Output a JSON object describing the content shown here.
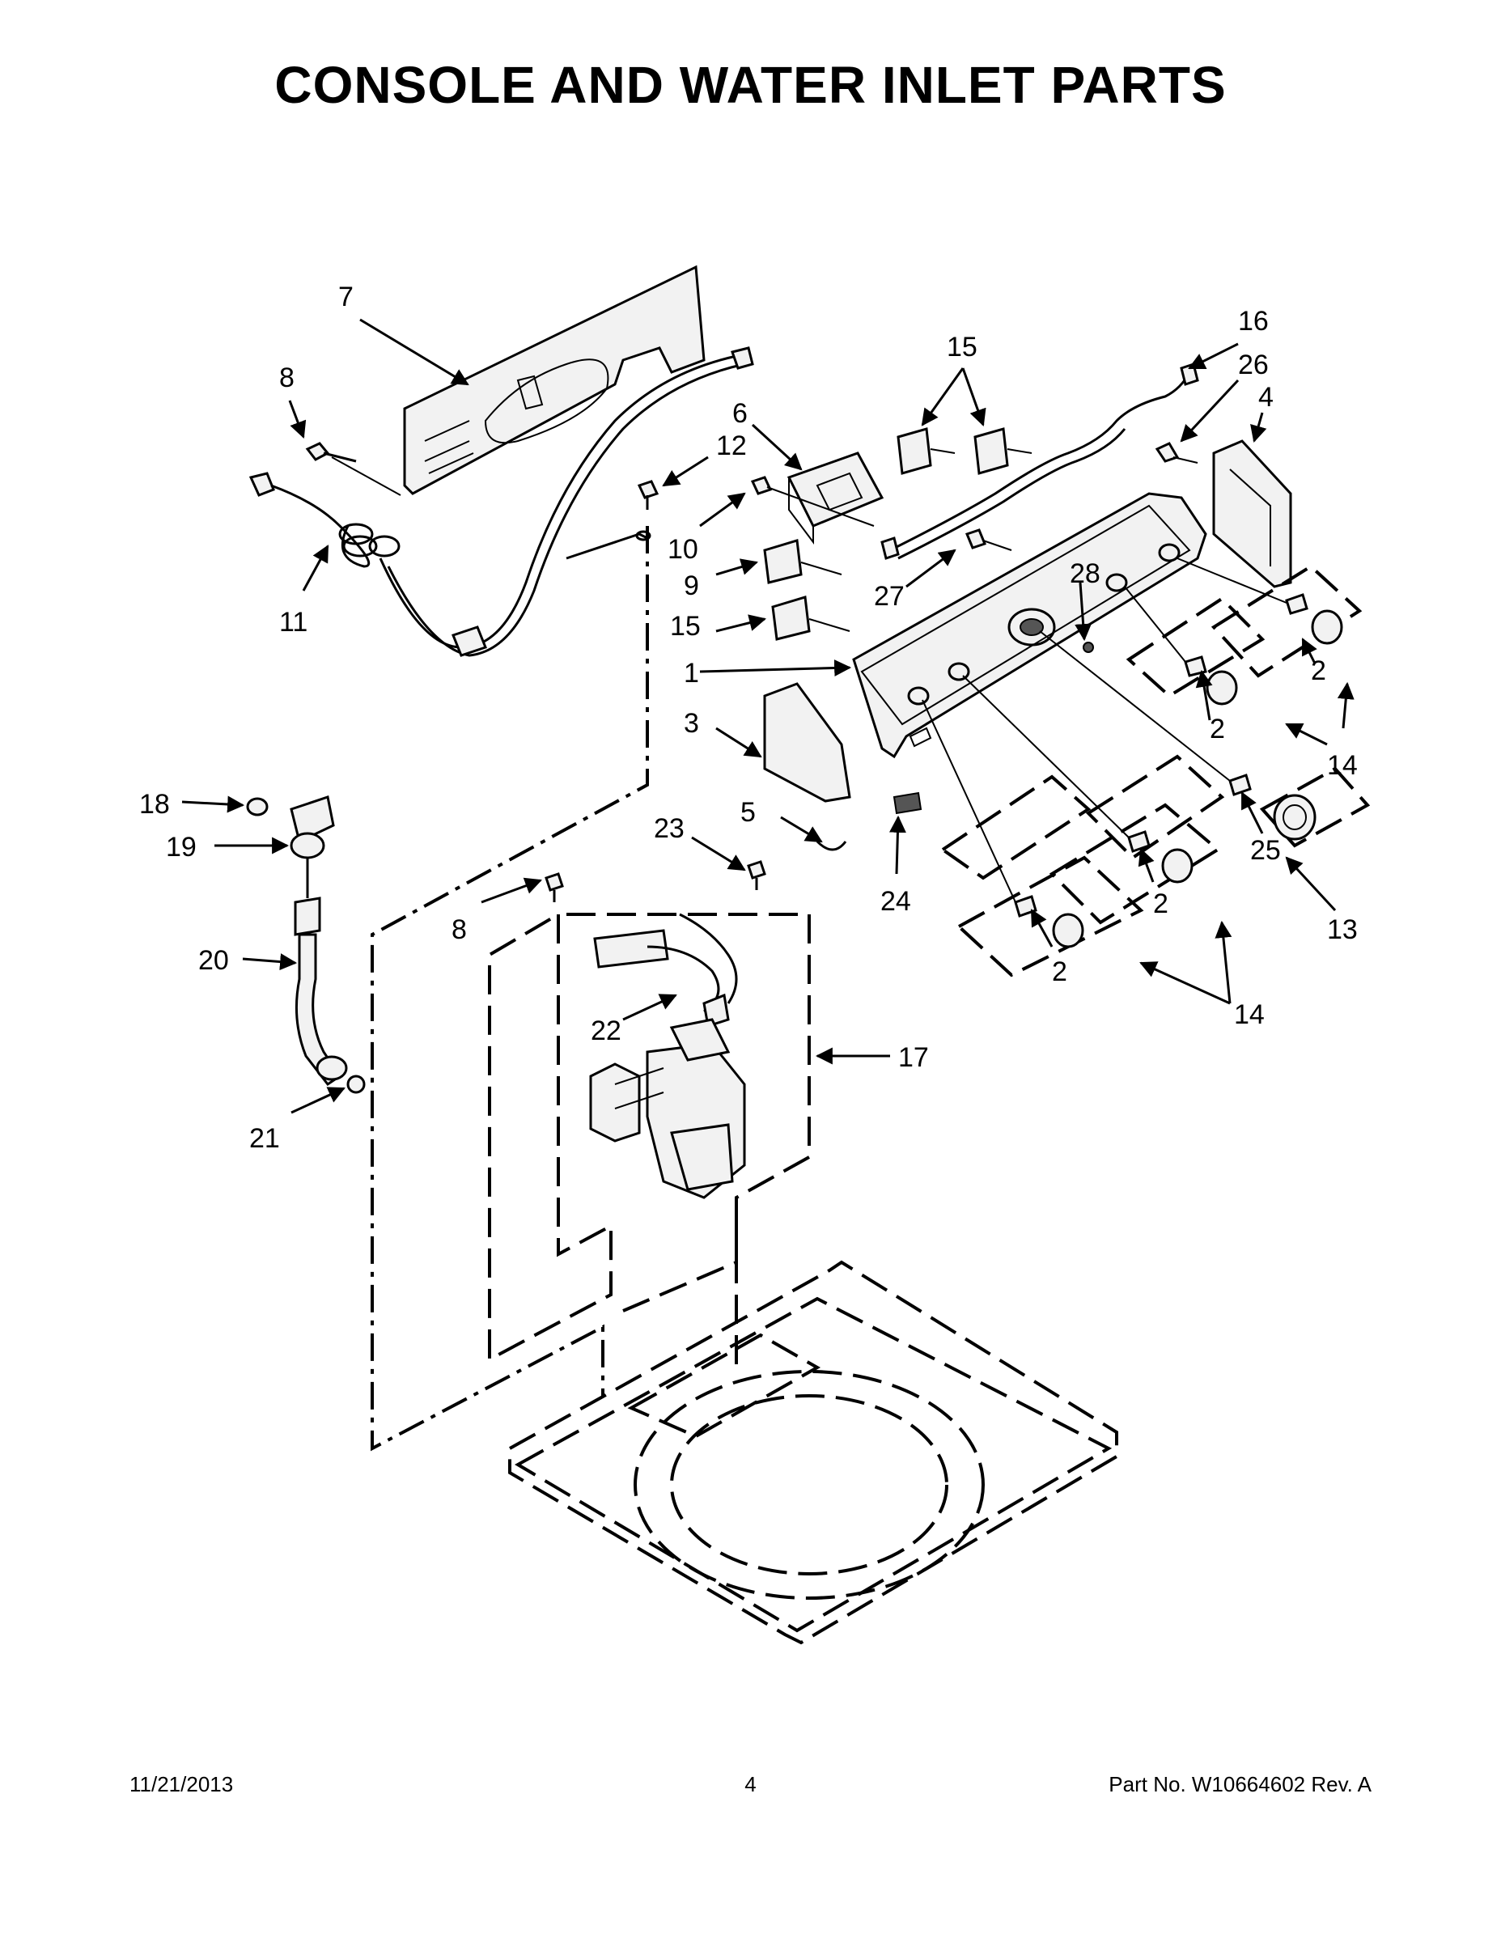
{
  "title": "CONSOLE AND WATER INLET PARTS",
  "callouts": [
    {
      "id": "c7",
      "label": "7"
    },
    {
      "id": "c8a",
      "label": "8"
    },
    {
      "id": "c11",
      "label": "11"
    },
    {
      "id": "c12",
      "label": "12"
    },
    {
      "id": "c6",
      "label": "6"
    },
    {
      "id": "c15a",
      "label": "15"
    },
    {
      "id": "c16",
      "label": "16"
    },
    {
      "id": "c26",
      "label": "26"
    },
    {
      "id": "c4",
      "label": "4"
    },
    {
      "id": "c10",
      "label": "10"
    },
    {
      "id": "c9",
      "label": "9"
    },
    {
      "id": "c27",
      "label": "27"
    },
    {
      "id": "c28",
      "label": "28"
    },
    {
      "id": "c15b",
      "label": "15"
    },
    {
      "id": "c1",
      "label": "1"
    },
    {
      "id": "c3",
      "label": "3"
    },
    {
      "id": "c5",
      "label": "5"
    },
    {
      "id": "c23",
      "label": "23"
    },
    {
      "id": "c24",
      "label": "24"
    },
    {
      "id": "c2a",
      "label": "2"
    },
    {
      "id": "c2b",
      "label": "2"
    },
    {
      "id": "c14a",
      "label": "14"
    },
    {
      "id": "c25",
      "label": "25"
    },
    {
      "id": "c13",
      "label": "13"
    },
    {
      "id": "c2c",
      "label": "2"
    },
    {
      "id": "c2d",
      "label": "2"
    },
    {
      "id": "c14b",
      "label": "14"
    },
    {
      "id": "c18",
      "label": "18"
    },
    {
      "id": "c19",
      "label": "19"
    },
    {
      "id": "c20",
      "label": "20"
    },
    {
      "id": "c21",
      "label": "21"
    },
    {
      "id": "c8b",
      "label": "8"
    },
    {
      "id": "c22",
      "label": "22"
    },
    {
      "id": "c17",
      "label": "17"
    }
  ],
  "footer": {
    "date": "11/21/2013",
    "page": "4",
    "part_number": "Part No.  W10664602  Rev.  A"
  }
}
